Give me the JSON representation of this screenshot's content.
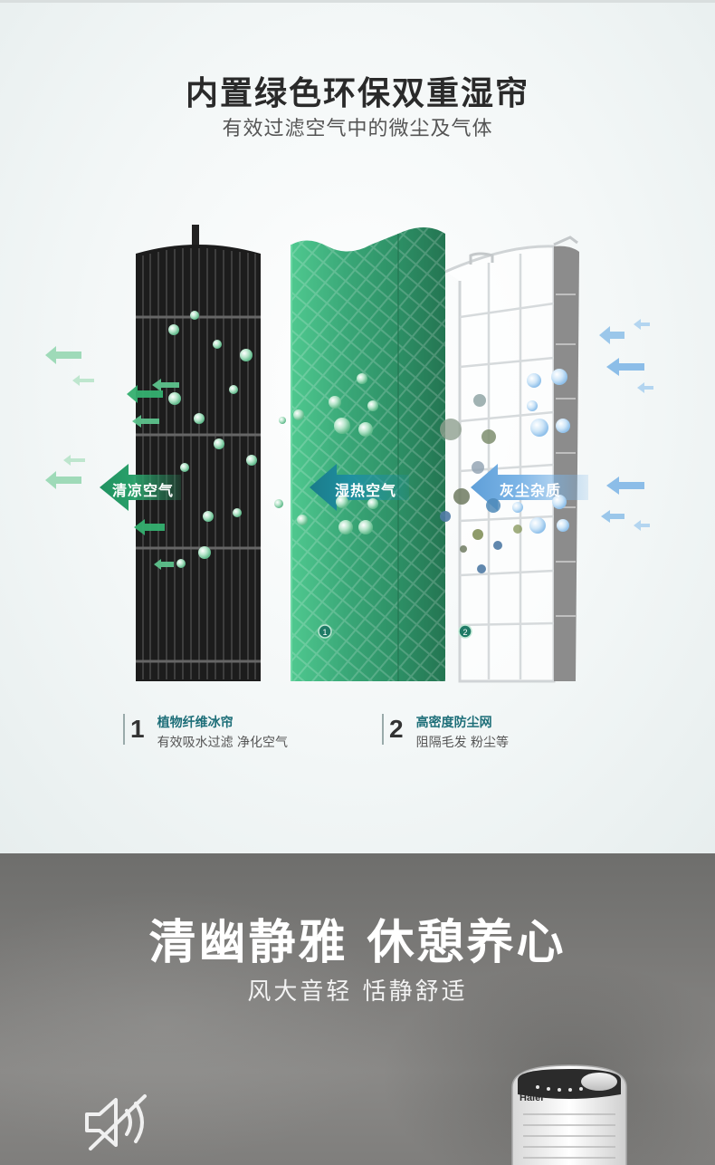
{
  "section1": {
    "title": "内置绿色环保双重湿帘",
    "subtitle": "有效过滤空气中的微尘及气体",
    "arrows": {
      "cool": "清凉空气",
      "warm": "湿热空气",
      "dust": "灰尘杂质"
    },
    "markers": [
      "1",
      "2"
    ],
    "legend": [
      {
        "num": "1",
        "title": "植物纤维冰帘",
        "desc": "有效吸水过滤 净化空气"
      },
      {
        "num": "2",
        "title": "高密度防尘网",
        "desc": "阻隔毛发 粉尘等"
      }
    ],
    "colors": {
      "curtain": "#3daa7a",
      "dark_curtain": "#2a7a5a",
      "cool_arrow": "#2aa06a",
      "warm_arrow": "#1f8fa0",
      "dust_arrow": "#7bb4e6"
    }
  },
  "section2": {
    "title": "清幽静雅 休憩养心",
    "subtitle": "风大音轻 恬静舒适",
    "brand": "Haier",
    "icons": [
      "mute-speaker-icon"
    ]
  }
}
